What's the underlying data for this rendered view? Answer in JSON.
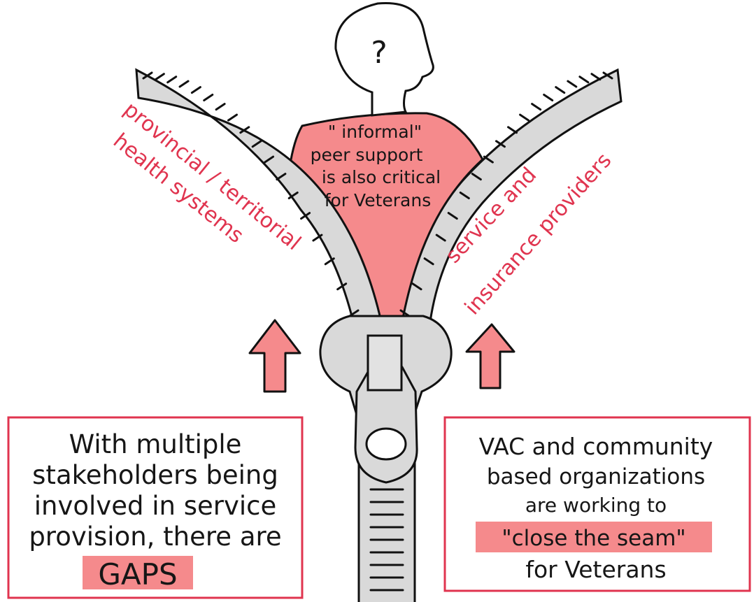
{
  "colors": {
    "pink": "#f58a8c",
    "red_text": "#e0344f",
    "zipper_gray": "#d9d9d9",
    "outline": "#111111"
  },
  "center": {
    "head_symbol": "?",
    "body_lines": [
      "\" informal\"",
      "peer support",
      "is also critical",
      "for Veterans"
    ]
  },
  "left_label": {
    "line1": "provincial / territorial",
    "line2": "health systems"
  },
  "right_label": {
    "line1": "service and",
    "line2": "insurance providers"
  },
  "left_box": {
    "lines": [
      "With multiple",
      "stakeholders being",
      "involved in service",
      "provision, there are"
    ],
    "highlight": "GAPS"
  },
  "right_box": {
    "lines": [
      "VAC and community",
      "based organizations",
      "are working to"
    ],
    "highlight": "\"close the seam\"",
    "last_line": "for Veterans"
  },
  "icons": [
    "person-head-icon",
    "zipper-icon",
    "up-arrow-icon"
  ]
}
